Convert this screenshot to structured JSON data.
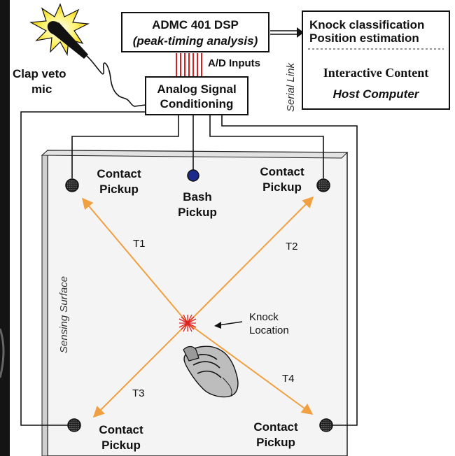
{
  "dsp_box": {
    "title": "ADMC 401 DSP",
    "subtitle": "(peak-timing analysis)"
  },
  "ad_inputs": "A/D Inputs",
  "host_box": {
    "line1": "Knock classification",
    "line2": "Position estimation",
    "line3": "Interactive Content",
    "line4": "Host Computer"
  },
  "serial_link": "Serial Link",
  "clap_mic": {
    "line1": "Clap veto",
    "line2": "mic"
  },
  "analog_box": {
    "line1": "Analog Signal",
    "line2": "Conditioning"
  },
  "sensing_surface": "Sensing Surface",
  "pickups": {
    "top_left": {
      "line1": "Contact",
      "line2": "Pickup"
    },
    "top_right": {
      "line1": "Contact",
      "line2": "Pickup"
    },
    "bottom_left": {
      "line1": "Contact",
      "line2": "Pickup"
    },
    "bottom_right": {
      "line1": "Contact",
      "line2": "Pickup"
    },
    "bash": {
      "line1": "Bash",
      "line2": "Pickup"
    }
  },
  "timings": {
    "t1": "T1",
    "t2": "T2",
    "t3": "T3",
    "t4": "T4"
  },
  "knock": {
    "line1": "Knock",
    "line2": "Location"
  },
  "colors": {
    "arrow": "#f0a040",
    "red_wires": "#d42020",
    "bash_pickup": "#1a2a8a",
    "panel": "#f4f4f4",
    "dark_edge": "#1a1a1a"
  }
}
